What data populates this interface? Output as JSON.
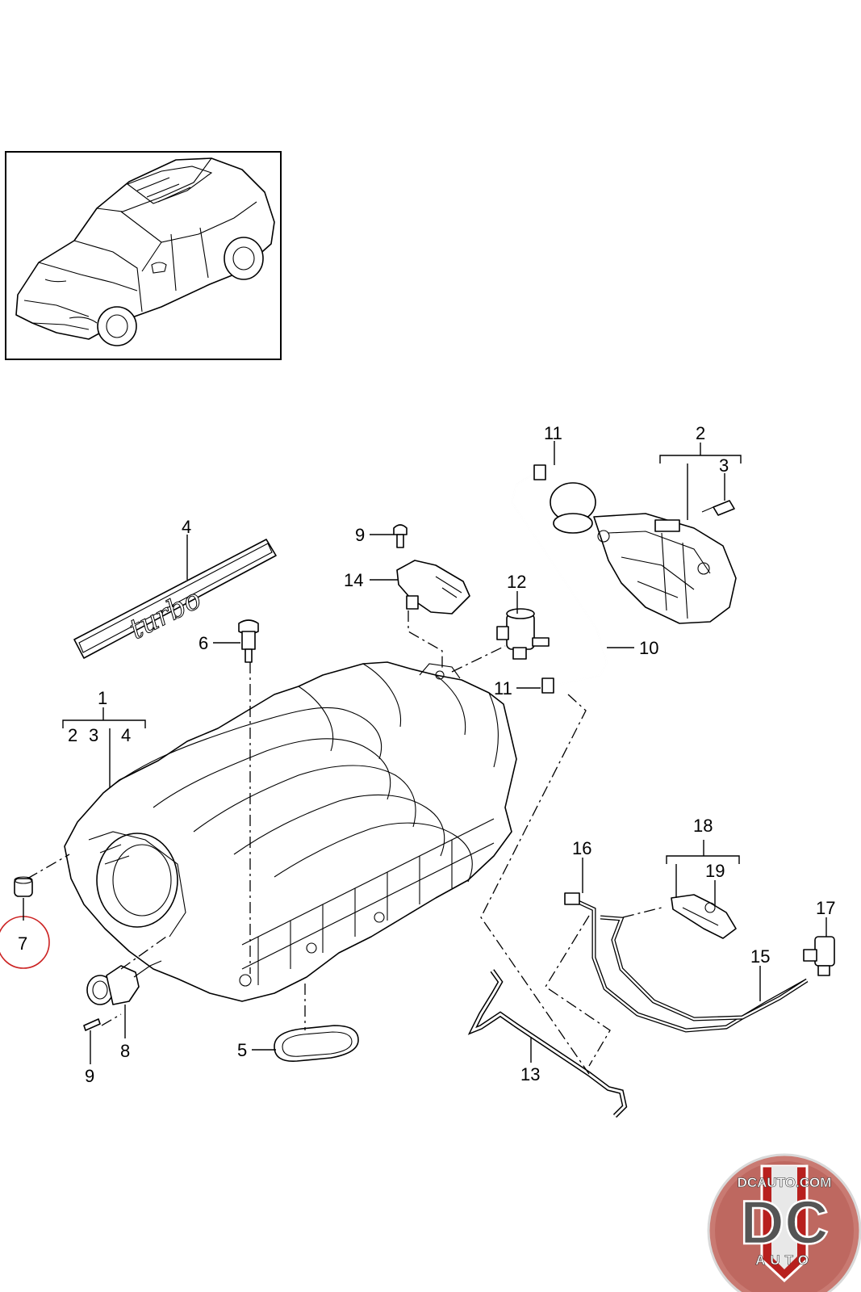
{
  "callouts": {
    "c1": "1",
    "c2": "2",
    "c3": "3",
    "c4": "4",
    "c5": "5",
    "c6": "6",
    "c7": "7",
    "c8": "8",
    "c9a": "9",
    "c9b": "9",
    "c10": "10",
    "c11a": "11",
    "c11b": "11",
    "c12": "12",
    "c13": "13",
    "c14": "14",
    "c15": "15",
    "c16": "16",
    "c17": "17",
    "c18": "18",
    "c19": "19",
    "sub1_2": "2",
    "sub1_3": "3",
    "sub1_4": "4"
  },
  "strip_text": "turbo",
  "watermark": {
    "top_text": "DCAUTO.COM",
    "mono": "DC",
    "bottom_text": "AUTO"
  },
  "colors": {
    "highlight_circle": "#cc2222",
    "logo_red": "#b8201e",
    "logo_dark": "#222222",
    "logo_bg": "#c97a72"
  }
}
